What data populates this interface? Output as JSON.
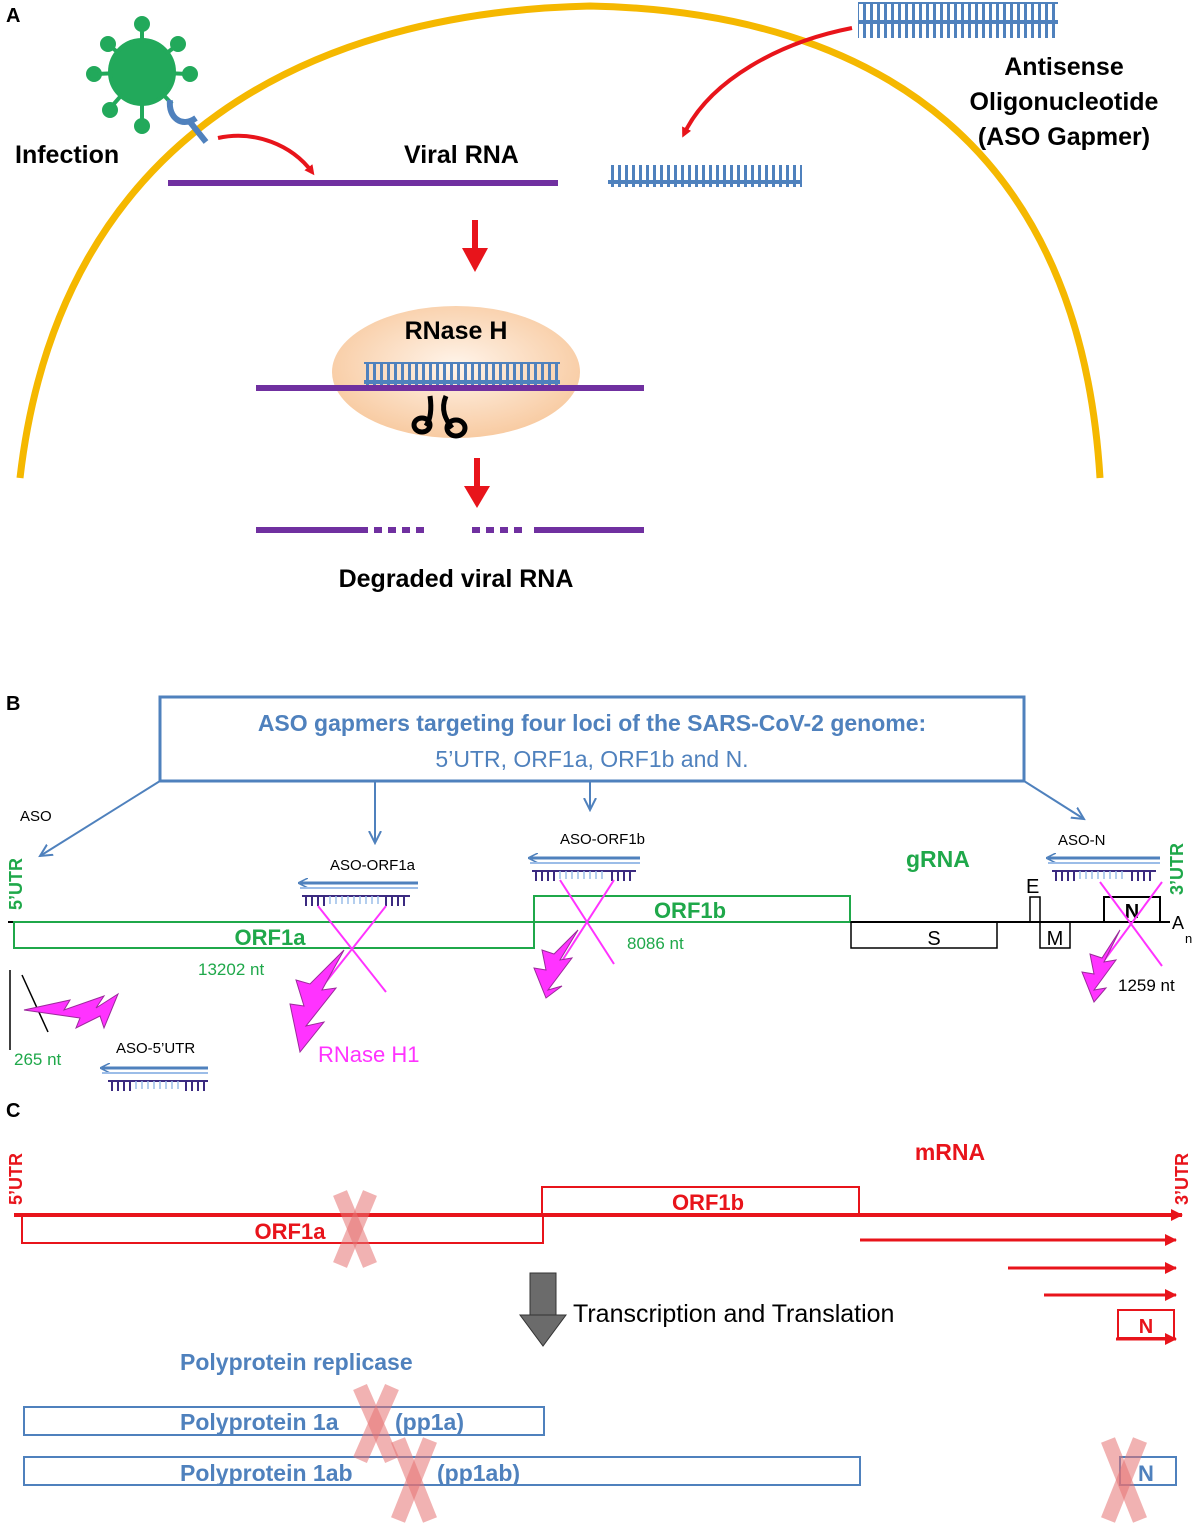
{
  "panel_a": {
    "label": "A",
    "infection": "Infection",
    "viral_rna": "Viral RNA",
    "aso_line1": "Antisense",
    "aso_line2": "Oligonucleotide",
    "aso_line3": "(ASO Gapmer)",
    "rnase_h": "RNase H",
    "degraded": "Degraded viral RNA"
  },
  "panel_b": {
    "label": "B",
    "box_title": "ASO gapmers targeting four loci of the SARS-CoV-2 genome:",
    "box_subtitle": "5’UTR, ORF1a, ORF1b and N.",
    "aso": "ASO",
    "utr5": "5’UTR",
    "utr3": "3’UTR",
    "aso_orf1a": "ASO-ORF1a",
    "aso_orf1b": "ASO-ORF1b",
    "aso_n": "ASO-N",
    "aso_5utr": "ASO-5’UTR",
    "grna": "gRNA",
    "orf1a": "ORF1a",
    "orf1b": "ORF1b",
    "len_orf1a": "13202 nt",
    "len_orf1b": "8086 nt",
    "len_n": "1259 nt",
    "len_5utr": "265 nt",
    "gene_s": "S",
    "gene_e": "E",
    "gene_m": "M",
    "gene_n": "N",
    "polya": "A",
    "polya_sub": "n",
    "rnase_h1": "RNase H1"
  },
  "panel_c": {
    "label": "C",
    "utr5": "5’UTR",
    "utr3": "3’UTR",
    "mrna": "mRNA",
    "orf1a": "ORF1a",
    "orf1b": "ORF1b",
    "transcription": "Transcription and Translation",
    "n": "N",
    "replicase": "Polyprotein replicase",
    "pp1a_name": "Polyprotein 1a",
    "pp1a_abbr": "(pp1a)",
    "pp1ab_name": "Polyprotein 1ab",
    "pp1ab_abbr": "(pp1ab)",
    "n_box": "N"
  },
  "colors": {
    "membrane": "#f5b800",
    "rna": "#7030a0",
    "aso": "#4f81bd",
    "arrow": "#e8141b",
    "virus": "#22a95b",
    "grna": "#1fa84a",
    "magenta": "#ff33ff",
    "mrna": "#e8141b",
    "protein": "#4f81bd"
  }
}
